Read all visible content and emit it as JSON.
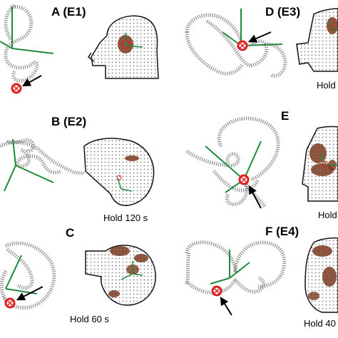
{
  "figure": {
    "panels": [
      {
        "id": "A",
        "label": "A (E1)",
        "hold": ""
      },
      {
        "id": "B",
        "label": "B (E2)",
        "hold": "Hold 120 s"
      },
      {
        "id": "C",
        "label": "C",
        "hold": "Hold 60 s"
      },
      {
        "id": "D",
        "label": "D (E3)",
        "hold": "Hold"
      },
      {
        "id": "E",
        "label": "E",
        "hold": "Hold"
      },
      {
        "id": "F",
        "label": "F (E4)",
        "hold": "Hold 40"
      }
    ],
    "colors": {
      "trajectory": "#8c8c8c",
      "vector": "#1e8a3c",
      "marker": "#e02020",
      "arrow": "#000000",
      "head_dots": "#7a7a7a",
      "activity": "#7a3a20"
    }
  }
}
